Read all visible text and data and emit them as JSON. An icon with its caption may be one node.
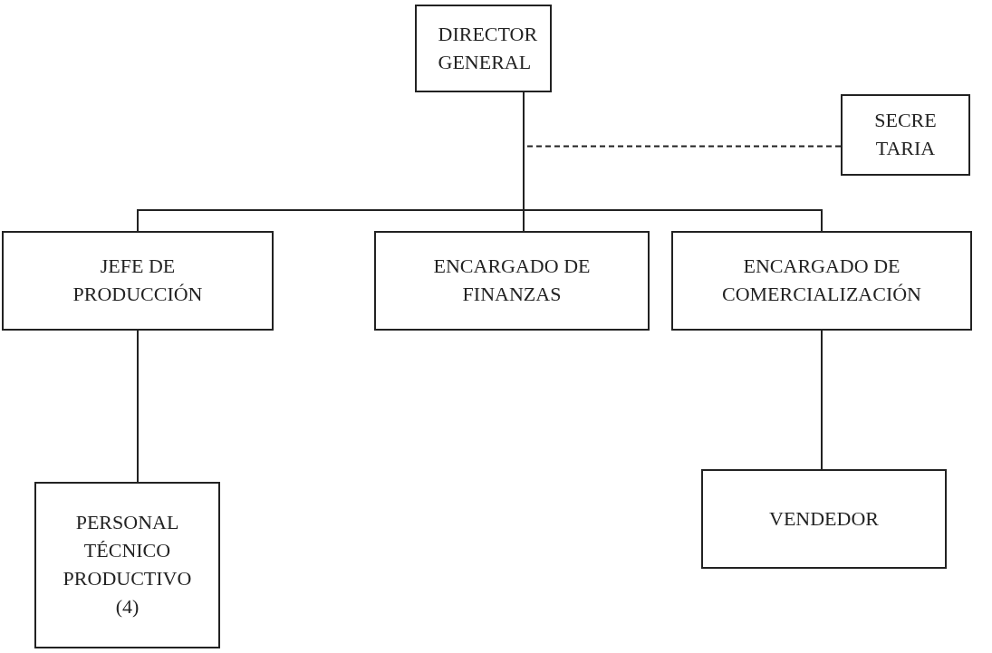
{
  "diagram": {
    "nodes": [
      {
        "text": [
          "DIRECTOR GENERAL"
        ]
      },
      {
        "text": [
          "SECRE TARIA"
        ]
      },
      {
        "text": [
          "JEFE DE PRODUCCIÓN"
        ]
      },
      {
        "text": [
          "ENCARGADO DE FINANZAS"
        ]
      },
      {
        "text": [
          "ENCARGADO DE COMERCIALIZACIÓN"
        ]
      },
      {
        "text": [
          "PERSONAL TÉCNICO PRODUCTIVO (4)"
        ]
      },
      {
        "text": [
          "VENDEDOR"
        ]
      }
    ],
    "edges": [
      {
        "from": 1,
        "to": 0,
        "arrow": "none",
        "style": "dashed"
      },
      {
        "from": 0,
        "to": 2,
        "arrow": "none"
      },
      {
        "from": 0,
        "to": 3,
        "arrow": "none"
      },
      {
        "from": 0,
        "to": 4,
        "arrow": "none"
      },
      {
        "from": 2,
        "to": 5,
        "arrow": "none"
      },
      {
        "from": 4,
        "to": 6,
        "arrow": "none"
      }
    ]
  }
}
